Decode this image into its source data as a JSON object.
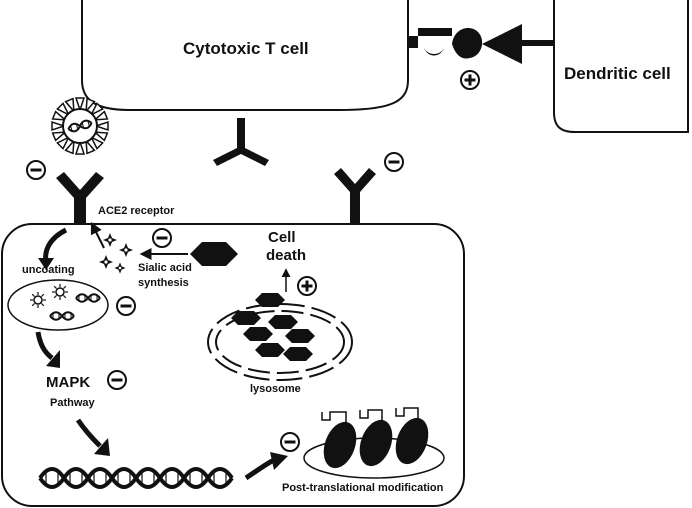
{
  "labels": {
    "cytotoxic_t_cell": "Cytotoxic T cell",
    "dendritic_cell": "Dendritic cell",
    "ace2_receptor": "ACE2 receptor",
    "uncoating": "uncoating",
    "sialic_acid_line1": "Sialic acid",
    "sialic_acid_line2": "synthesis",
    "cell_death_line1": "Cell",
    "cell_death_line2": "death",
    "lysosome": "lysosome",
    "mapk_line1": "MAPK",
    "mapk_line2": "Pathway",
    "post_translational": "Post-translational modification"
  },
  "colors": {
    "ink": "#111111",
    "background": "#ffffff"
  },
  "icons": {
    "inhibit": "minus-circle-icon",
    "activate": "plus-circle-icon",
    "virus": "coronavirus-icon",
    "dna": "dna-helix-icon"
  }
}
